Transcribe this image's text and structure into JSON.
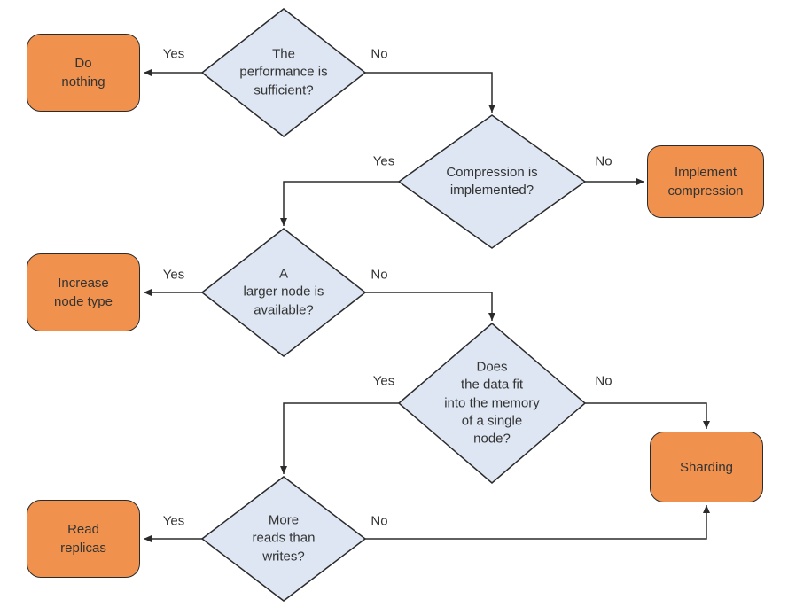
{
  "colors": {
    "background": "#ffffff",
    "diamond_fill": "#dde6f2",
    "diamond_border": "#2b2b2b",
    "box_fill": "#f0924e",
    "box_border": "#2b2b2b",
    "text": "#333333",
    "arrow": "#2b2b2b"
  },
  "decisions": {
    "performance": {
      "label": "The\nperformance is\nsufficient?"
    },
    "compression": {
      "label": "Compression is\nimplemented?"
    },
    "larger_node": {
      "label": "A\nlarger node is\navailable?"
    },
    "data_fit": {
      "label": "Does\nthe data fit\ninto the memory\nof a single\nnode?"
    },
    "reads_writes": {
      "label": "More\nreads than\nwrites?"
    }
  },
  "actions": {
    "do_nothing": {
      "label": "Do\nnothing"
    },
    "implement_compression": {
      "label": "Implement\ncompression"
    },
    "increase_node_type": {
      "label": "Increase\nnode type"
    },
    "sharding": {
      "label": "Sharding"
    },
    "read_replicas": {
      "label": "Read\nreplicas"
    }
  },
  "edge_labels": {
    "performance_yes": "Yes",
    "performance_no": "No",
    "compression_yes": "Yes",
    "compression_no": "No",
    "larger_node_yes": "Yes",
    "larger_node_no": "No",
    "data_fit_yes": "Yes",
    "data_fit_no": "No",
    "reads_writes_yes": "Yes",
    "reads_writes_no": "No"
  }
}
